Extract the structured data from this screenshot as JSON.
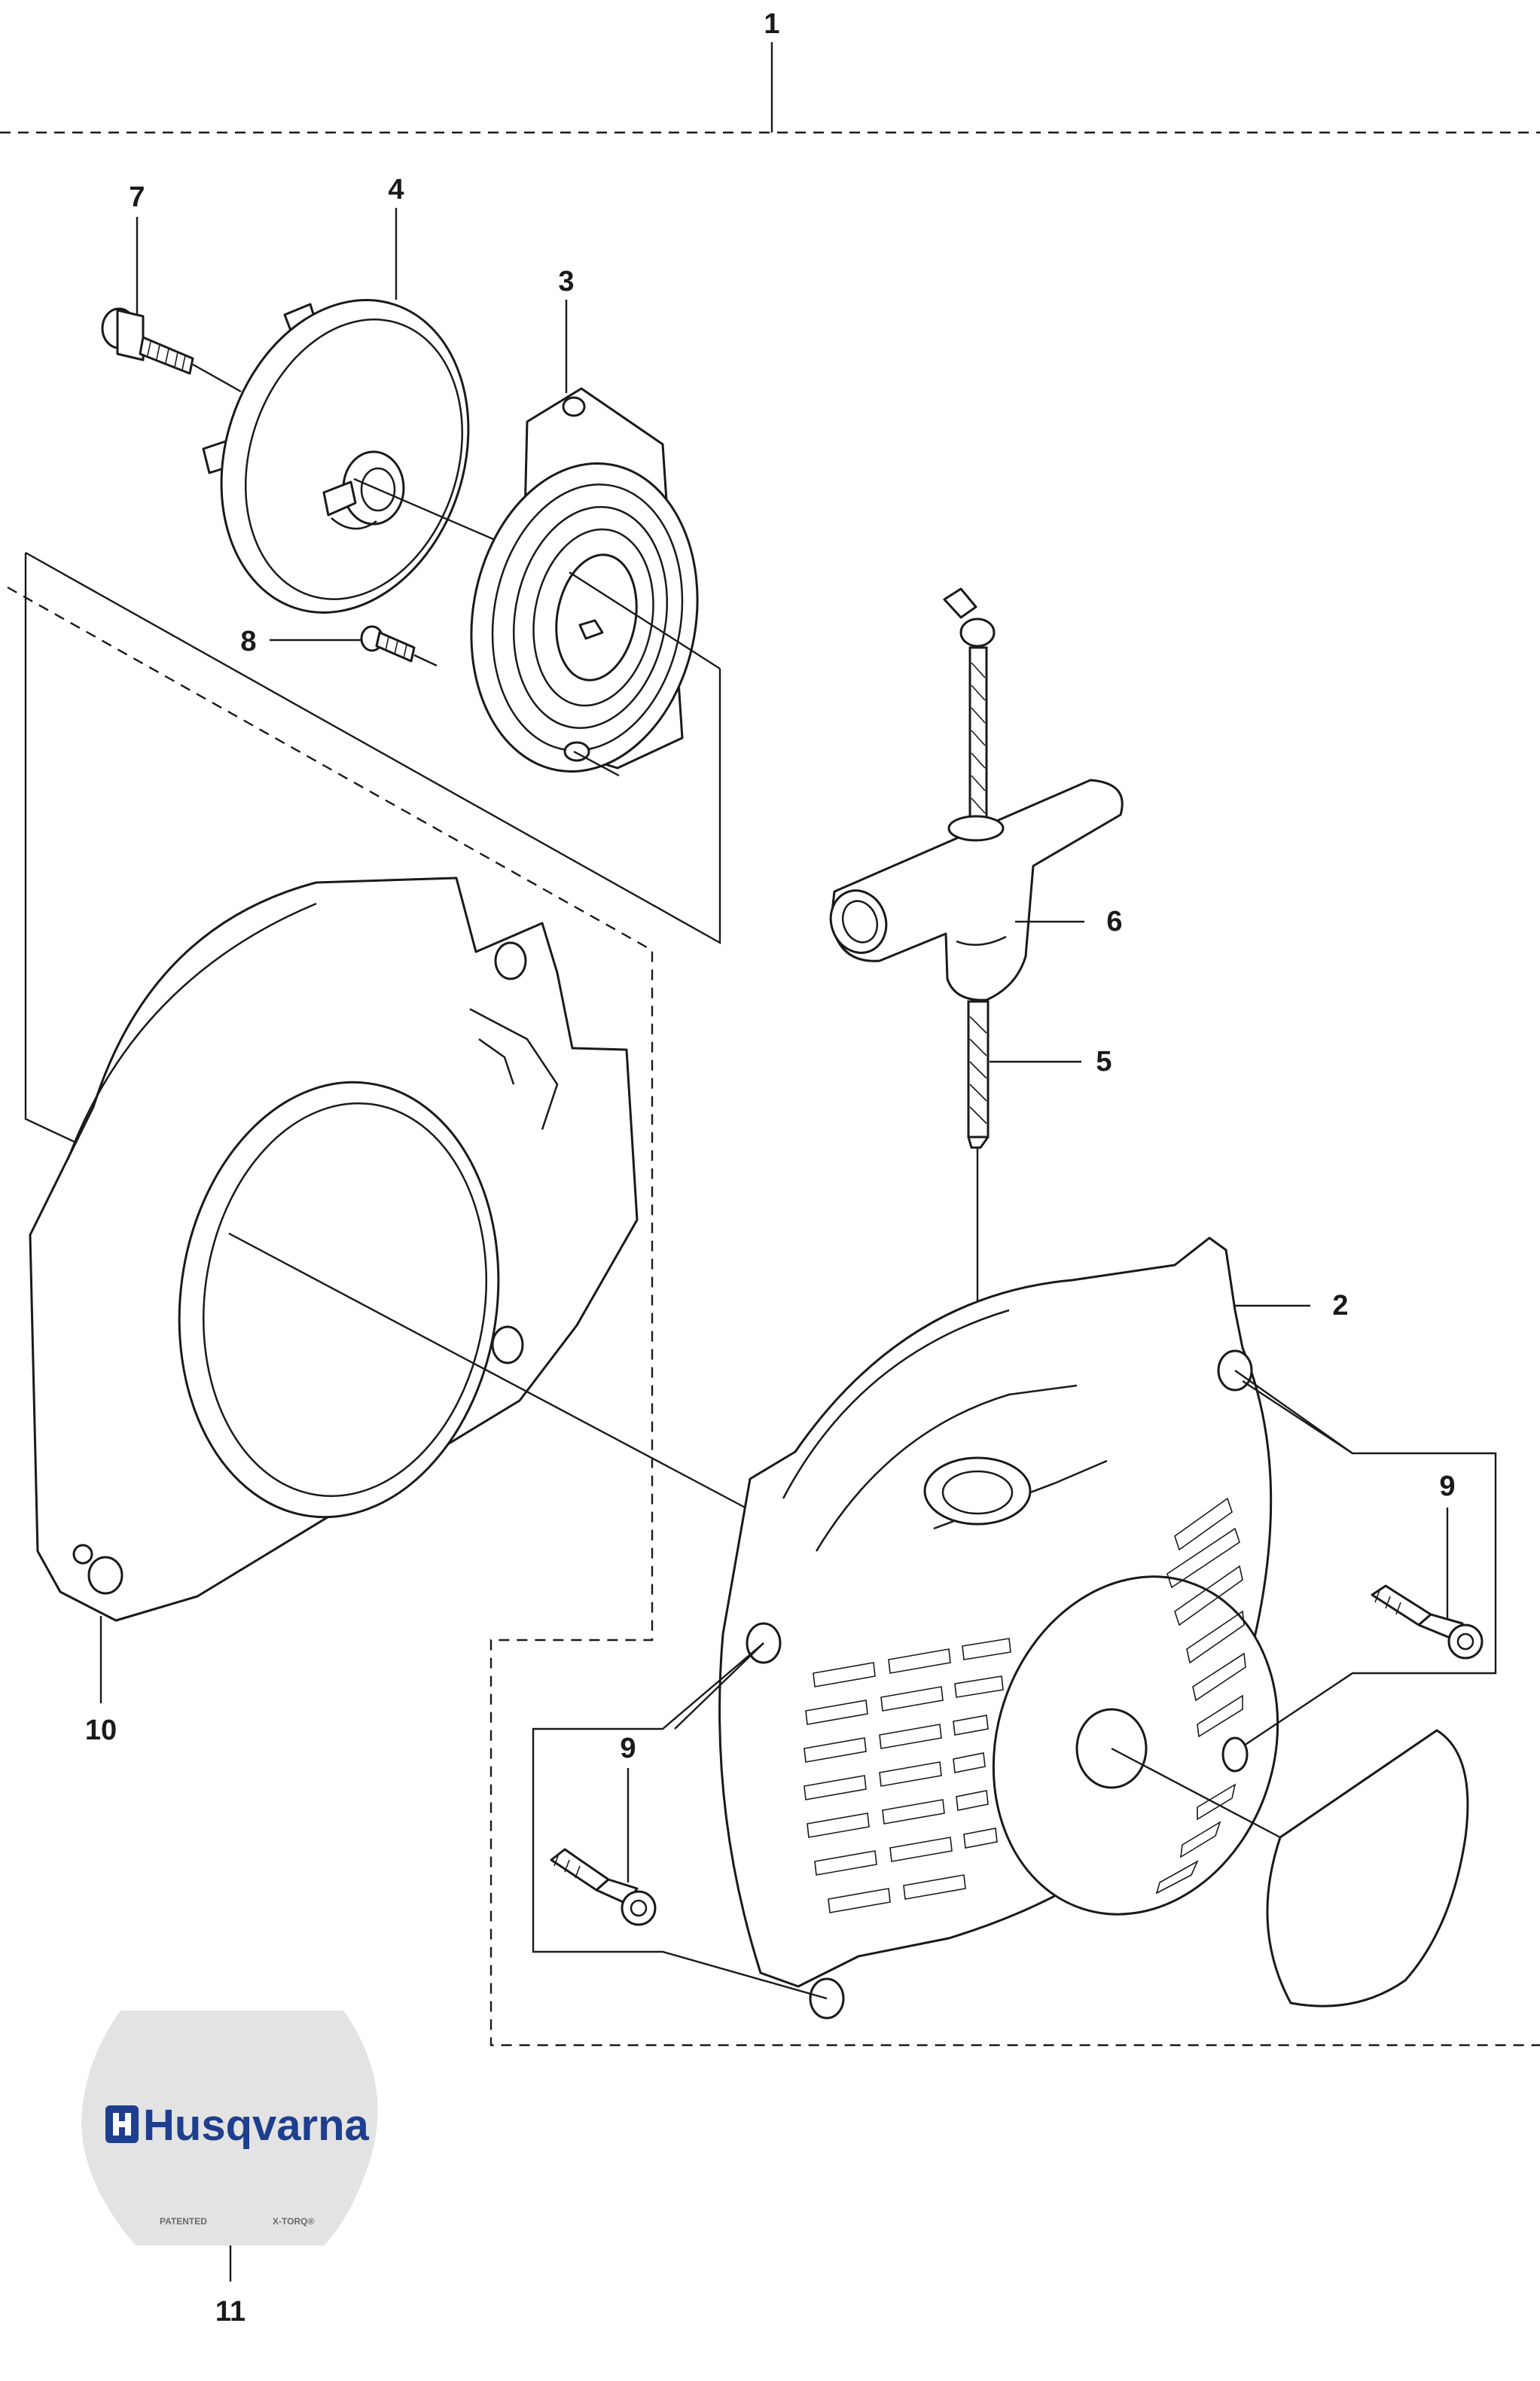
{
  "callouts": {
    "c1": "1",
    "c2": "2",
    "c3": "3",
    "c4": "4",
    "c5": "5",
    "c6": "6",
    "c7": "7",
    "c8": "8",
    "c9_right": "9",
    "c9_left": "9",
    "c10": "10",
    "c11": "11"
  },
  "decal": {
    "brand": "Husqvarna",
    "left_text": "PATENTED",
    "right_text": "X-TORQ®"
  },
  "colors": {
    "line": "#1a1a1a",
    "decal_fill": "#e3e3e3",
    "brand_blue": "#1e3f8f"
  }
}
